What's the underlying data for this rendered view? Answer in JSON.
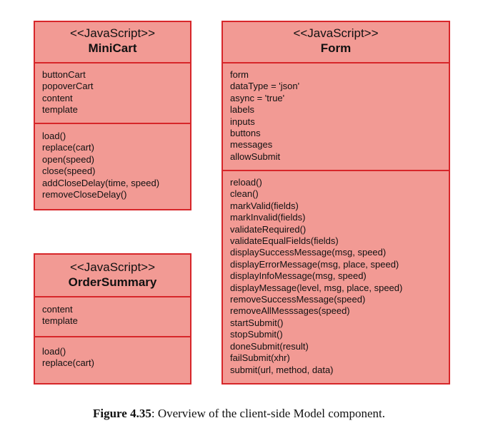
{
  "minicart": {
    "stereotype": "<<JavaScript>>",
    "name": "MiniCart",
    "attributes": [
      "buttonCart",
      "popoverCart",
      "content",
      "template"
    ],
    "methods": [
      "load()",
      "replace(cart)",
      "open(speed)",
      "close(speed)",
      "addCloseDelay(time, speed)",
      "removeCloseDelay()"
    ]
  },
  "ordersummary": {
    "stereotype": "<<JavaScript>>",
    "name": "OrderSummary",
    "attributes": [
      "content",
      "template"
    ],
    "methods": [
      "load()",
      "replace(cart)"
    ]
  },
  "form": {
    "stereotype": "<<JavaScript>>",
    "name": "Form",
    "attributes": [
      "form",
      "dataType = 'json'",
      "async = 'true'",
      "labels",
      "inputs",
      "buttons",
      "messages",
      "allowSubmit"
    ],
    "methods": [
      "reload()",
      "clean()",
      "markValid(fields)",
      "markInvalid(fields)",
      "validateRequired()",
      "validateEqualFields(fields)",
      "displaySuccessMessage(msg, speed)",
      "displayErrorMessage(msg, place, speed)",
      "displayInfoMessage(msg, speed)",
      "displayMessage(level, msg, place, speed)",
      "removeSuccessMessage(speed)",
      "removeAllMesssages(speed)",
      "startSubmit()",
      "stopSubmit()",
      "doneSubmit(result)",
      "failSubmit(xhr)",
      "submit(url, method, data)"
    ]
  },
  "caption": {
    "label": "Figure 4.35",
    "text": ": Overview of the client-side Model component."
  },
  "colors": {
    "fill": "#f29a94",
    "border": "#d7262a"
  }
}
